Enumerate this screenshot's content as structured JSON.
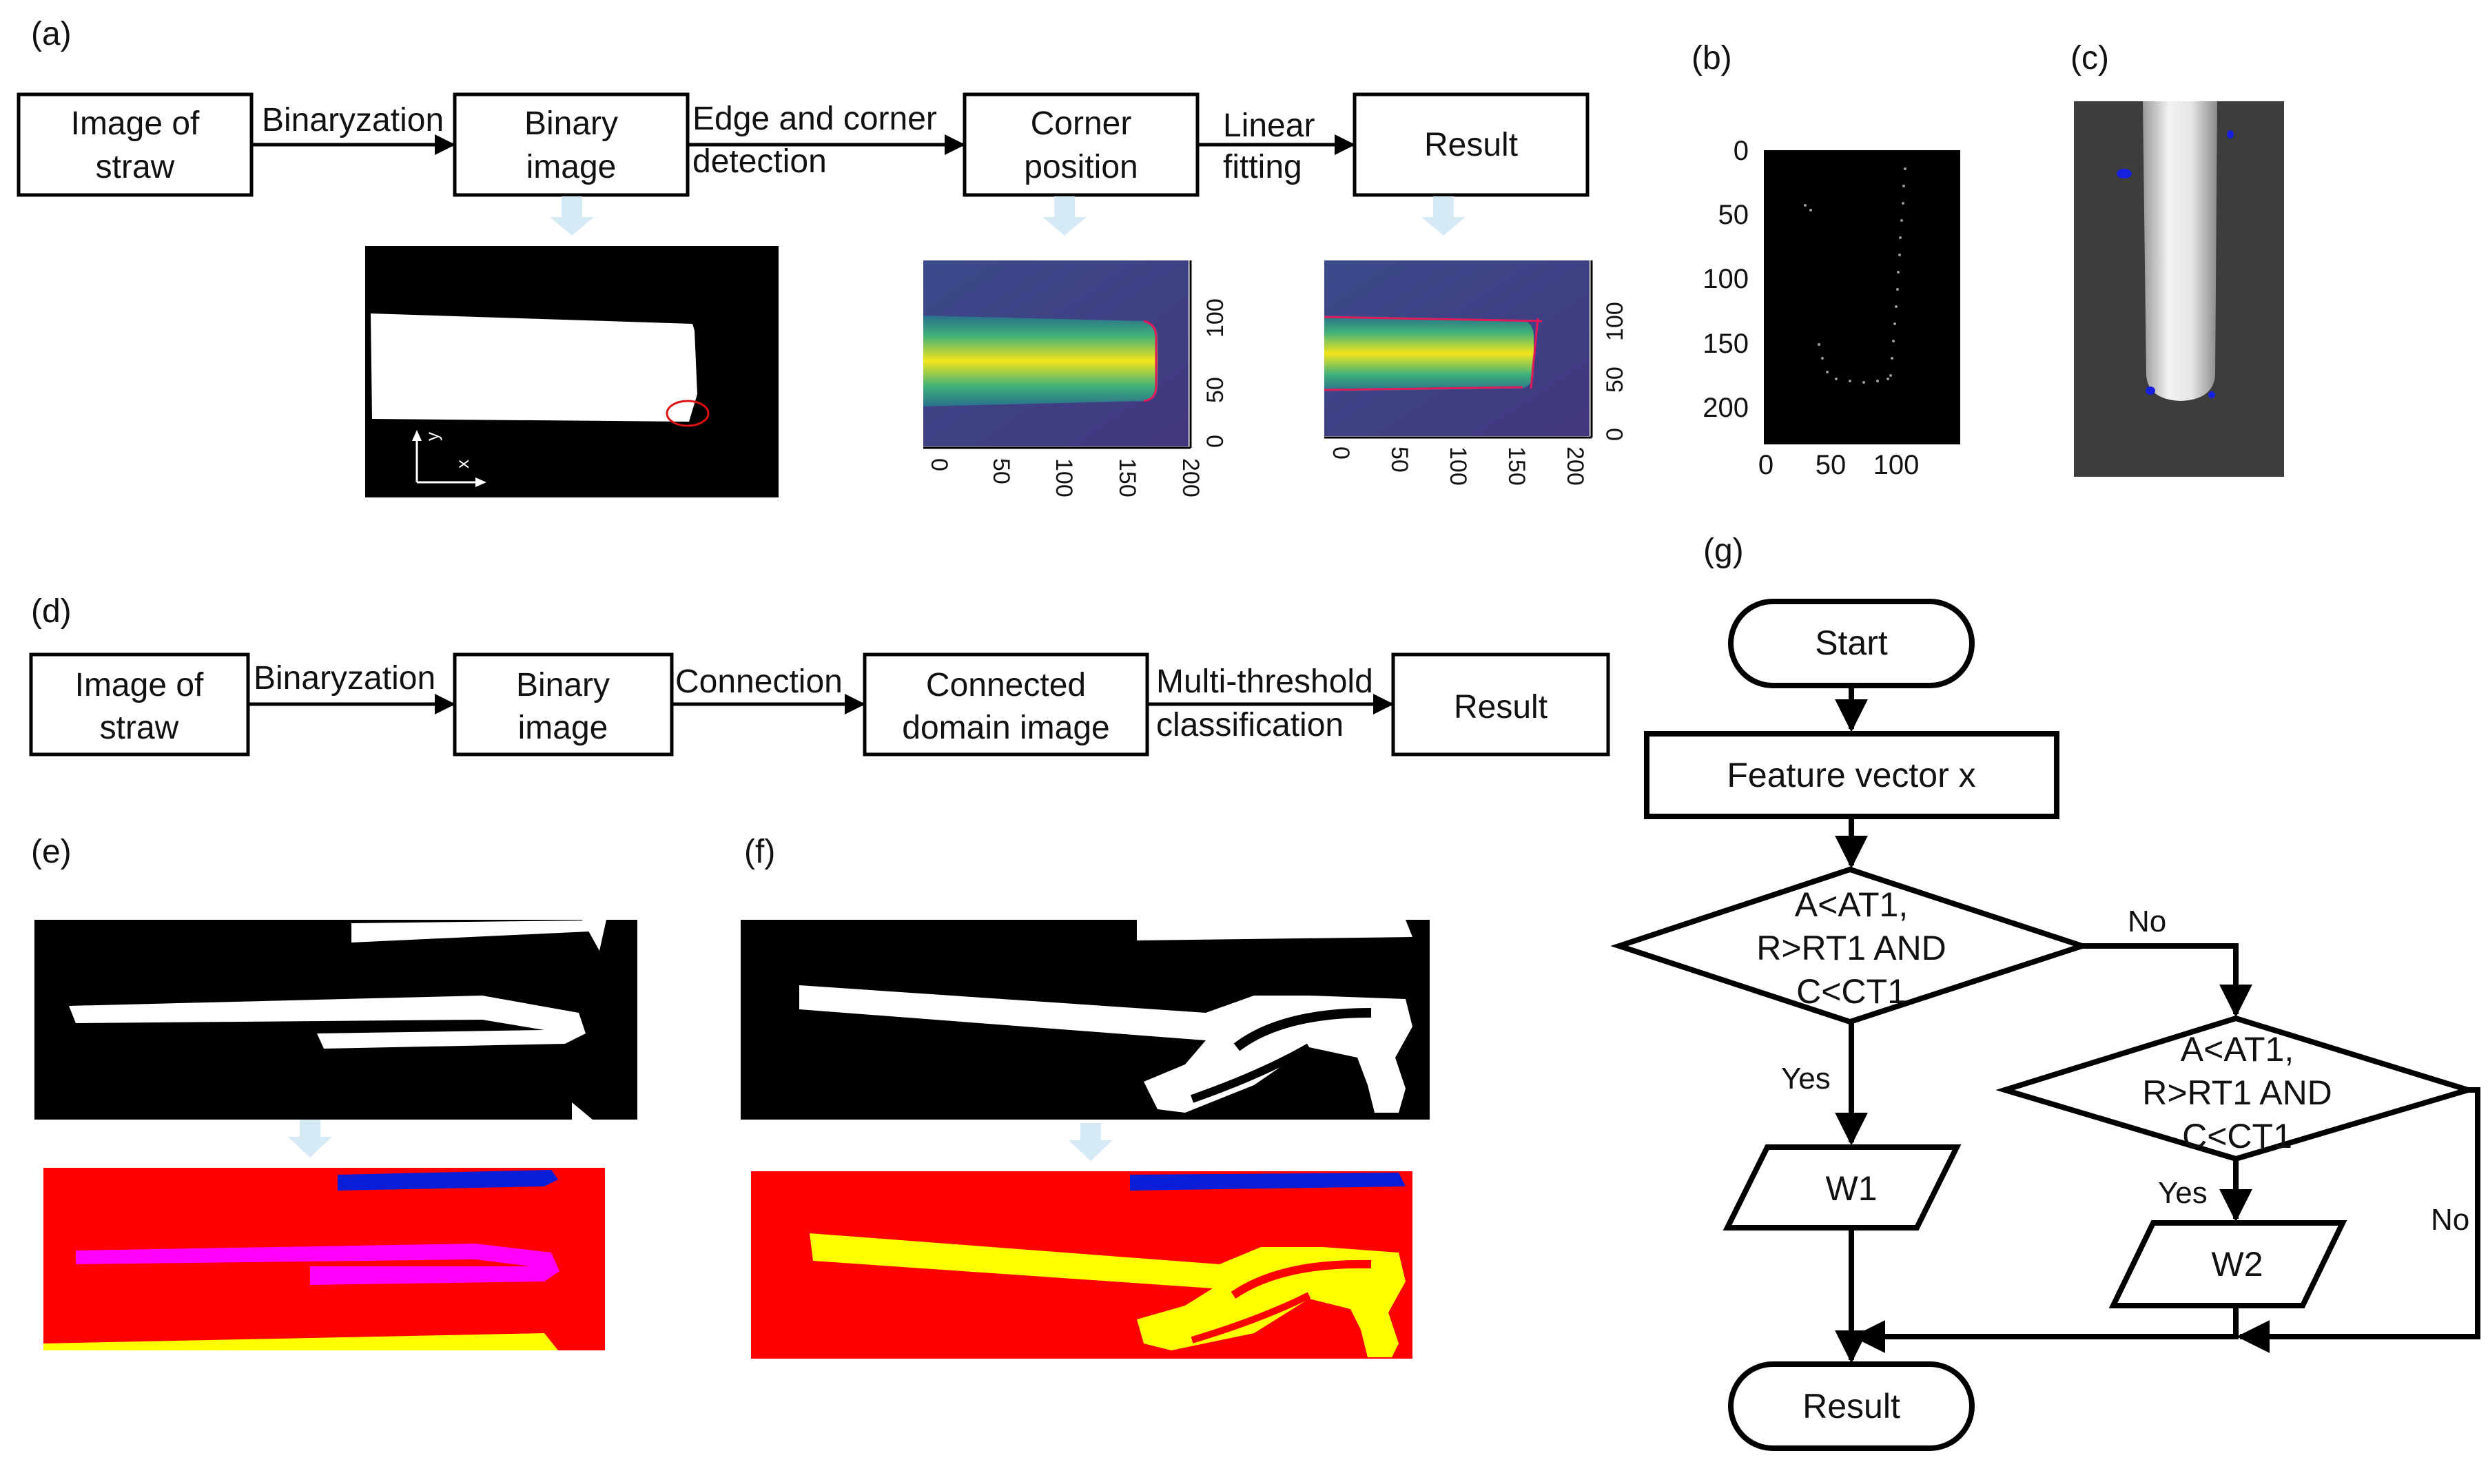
{
  "panels": {
    "a": "(a)",
    "b": "(b)",
    "c": "(c)",
    "d": "(d)",
    "e": "(e)",
    "f": "(f)",
    "g": "(g)"
  },
  "flow_a": {
    "box1": [
      "Image of",
      "straw"
    ],
    "arrow1": [
      "Binaryzation"
    ],
    "box2": [
      "Binary",
      "image"
    ],
    "arrow2": [
      "Edge and corner",
      "detection"
    ],
    "box3": [
      "Corner",
      "position"
    ],
    "arrow3": [
      "Linear",
      "fitting"
    ],
    "box4": [
      "Result"
    ]
  },
  "plot_a2": {
    "x_ticks": [
      "0",
      "50",
      "100",
      "150",
      "200"
    ],
    "y_ticks": [
      "0",
      "50",
      "100"
    ]
  },
  "plot_a3": {
    "x_ticks": [
      "0",
      "50",
      "100",
      "150",
      "200"
    ],
    "y_ticks": [
      "0",
      "50",
      "100"
    ]
  },
  "binary_axes": {
    "x": "x",
    "y": "y"
  },
  "plot_b": {
    "x_ticks": [
      "0",
      "50",
      "100"
    ],
    "y_ticks": [
      "0",
      "50",
      "100",
      "150",
      "200"
    ]
  },
  "flow_d": {
    "box1": [
      "Image of",
      "straw"
    ],
    "arrow1": [
      "Binaryzation"
    ],
    "box2": [
      "Binary",
      "image"
    ],
    "arrow2": [
      "Connection"
    ],
    "box3": [
      "Connected",
      "domain image"
    ],
    "arrow3": [
      "Multi-threshold",
      "classification"
    ],
    "box4": [
      "Result"
    ]
  },
  "flowchart_g": {
    "start": "Start",
    "feature": "Feature vector x",
    "cond1": [
      "A<AT1,",
      "R>RT1 AND",
      "C<CT1"
    ],
    "cond2": [
      "A<AT1,",
      "R>RT1 AND",
      "C<CT1"
    ],
    "yes1": "Yes",
    "no1": "No",
    "yes2": "Yes",
    "no2": "No",
    "w1": "W1",
    "w2": "W2",
    "result": "Result"
  },
  "colors": {
    "arrow_hint": "#d6eaf5",
    "seg_background": "#ff0000",
    "seg_blue": "#0a1ed8",
    "seg_magenta": "#ff00ff",
    "seg_yellow": "#ffff00"
  }
}
